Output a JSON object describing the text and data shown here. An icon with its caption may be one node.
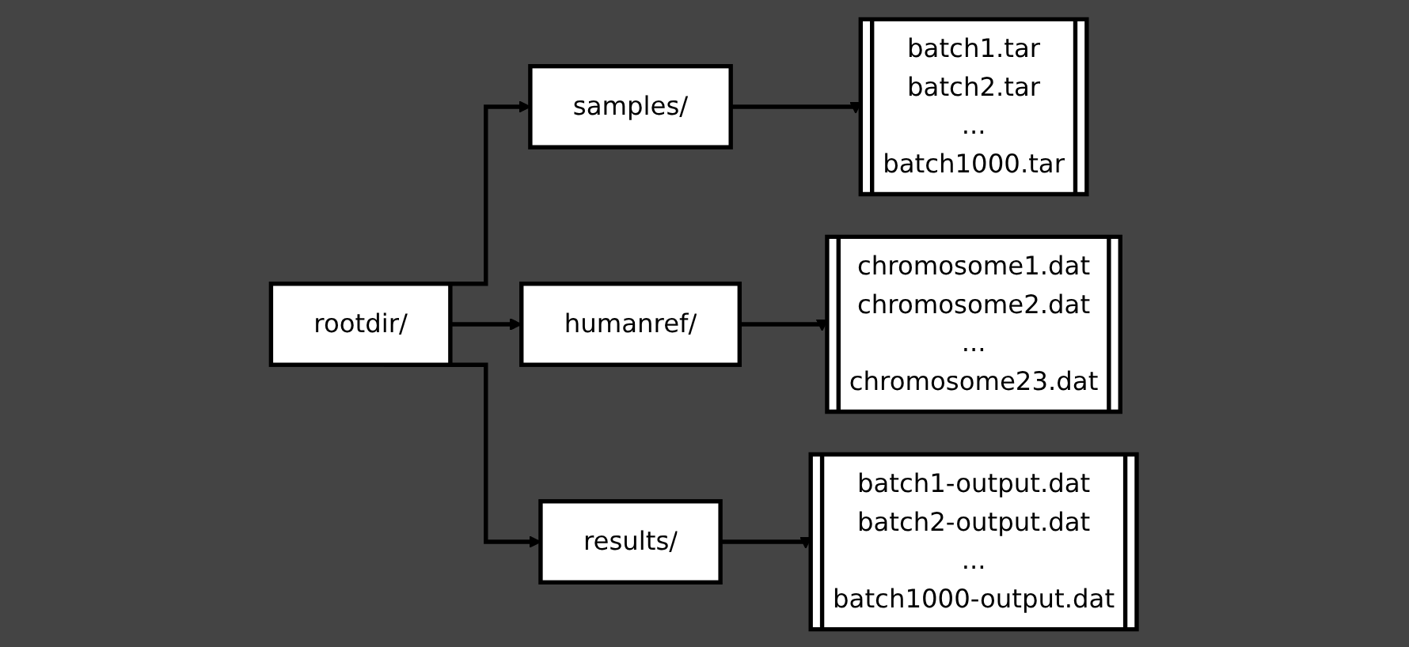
{
  "diagram": {
    "nodes": [
      {
        "text": [
          "rootdir/"
        ]
      },
      {
        "text": [
          "samples/"
        ]
      },
      {
        "text": [
          "batch1.tar",
          "batch2.tar",
          "...",
          "batch1000.tar"
        ]
      },
      {
        "text": [
          "humanref/"
        ]
      },
      {
        "text": [
          "chromosome1.dat",
          "chromosome2.dat",
          "...",
          "chromosome23.dat"
        ]
      },
      {
        "text": [
          "results/"
        ]
      },
      {
        "text": [
          "batch1-output.dat",
          "batch2-output.dat",
          "...",
          "batch1000-output.dat"
        ]
      }
    ],
    "edges": [
      {
        "from": 0,
        "to": 1,
        "arrow": "to"
      },
      {
        "from": 0,
        "to": 3,
        "arrow": "to"
      },
      {
        "from": 0,
        "to": 5,
        "arrow": "to"
      },
      {
        "from": 1,
        "to": 2,
        "arrow": "to"
      },
      {
        "from": 3,
        "to": 4,
        "arrow": "to"
      },
      {
        "from": 5,
        "to": 6,
        "arrow": "to"
      }
    ]
  }
}
